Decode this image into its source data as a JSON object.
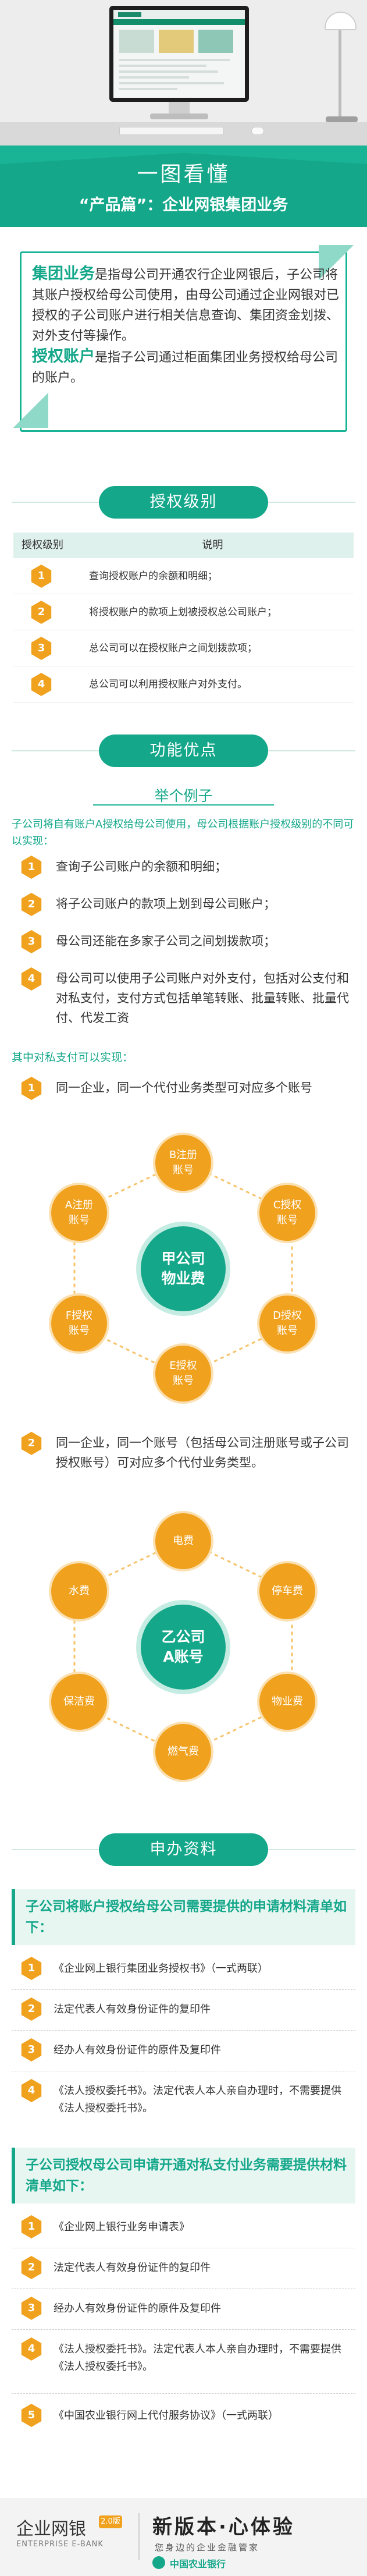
{
  "hero": {
    "title": "一图看懂",
    "subtitle": "“产品篇”：企业网银集团业务"
  },
  "intro": {
    "term1": "集团业务",
    "text1": "是指母公司开通农行企业网银后，子公司将其账户授权给母公司使用，由母公司通过企业网银对已授权的子公司账户进行相关信息查询、集团资金划拨、对外支付等操作。",
    "term2": "授权账户",
    "text2": "是指子公司通过柜面集团业务授权给母公司的账户。"
  },
  "auth": {
    "section_title": "授权级别",
    "col_level": "授权级别",
    "col_desc": "说明",
    "rows": [
      {
        "level": "1",
        "desc": "查询授权账户的余额和明细；"
      },
      {
        "level": "2",
        "desc": "将授权账户的款项上划被授权总公司账户；"
      },
      {
        "level": "3",
        "desc": "总公司可以在授权账户之间划拨款项；"
      },
      {
        "level": "4",
        "desc": "总公司可以利用授权账户对外支付。"
      }
    ]
  },
  "features": {
    "section_title": "功能优点",
    "example_title": "举个例子",
    "example_intro": "子公司将自有账户A授权给母公司使用，母公司根据账户授权级别的不同可以实现：",
    "items": [
      {
        "num": "1",
        "text": "查询子公司账户的余额和明细；"
      },
      {
        "num": "2",
        "text": "将子公司账户的款项上划到母公司账户；"
      },
      {
        "num": "3",
        "text": "母公司还能在多家子公司之间划拨款项；"
      },
      {
        "num": "4",
        "text": "母公司可以使用子公司账户对外支付，包括对公支付和对私支付，支付方式包括单笔转账、批量转账、批量代付、代发工资"
      }
    ],
    "private_label": "其中对私支付可以实现：",
    "private_items": [
      {
        "num": "1",
        "text": "同一企业，同一个代付业务类型可对应多个账号"
      },
      {
        "num": "2",
        "text": "同一企业，同一个账号（包括母公司注册账号或子公司授权账号）可对应多个代付业务类型。"
      }
    ],
    "diagram1": {
      "center": "甲公司\n物业费",
      "nodes": [
        "B注册\n账号",
        "C授权\n账号",
        "D授权\n账号",
        "E授权\n账号",
        "F授权\n账号",
        "A注册\n账号"
      ]
    },
    "diagram2": {
      "center": "乙公司\nA账号",
      "nodes": [
        "电费",
        "停车费",
        "物业费",
        "燃气费",
        "保洁费",
        "水费"
      ]
    }
  },
  "apply": {
    "section_title": "申办资料",
    "group1_title": "子公司将账户授权给母公司需要提供的申请材料清单如下：",
    "group1": [
      {
        "num": "1",
        "text": "《企业网上银行集团业务授权书》（一式两联）"
      },
      {
        "num": "2",
        "text": "法定代表人有效身份证件的复印件"
      },
      {
        "num": "3",
        "text": "经办人有效身份证件的原件及复印件"
      },
      {
        "num": "4",
        "text": "《法人授权委托书》。法定代表人本人亲自办理时，不需要提供《法人授权委托书》。"
      }
    ],
    "group2_title": "子公司授权母公司申请开通对私支付业务需要提供材料清单如下：",
    "group2": [
      {
        "num": "1",
        "text": "《企业网上银行业务申请表》"
      },
      {
        "num": "2",
        "text": "法定代表人有效身份证件的复印件"
      },
      {
        "num": "3",
        "text": "经办人有效身份证件的原件及复印件"
      },
      {
        "num": "4",
        "text": "《法人授权委托书》。法定代表人本人亲自办理时，不需要提供《法人授权委托书》。"
      },
      {
        "num": "5",
        "text": "《中国农业银行网上代付服务协议》（一式两联）"
      }
    ]
  },
  "footer": {
    "brand": "企业网银",
    "badge": "2.0版",
    "brand_en": "ENTERPRISE E-BANK",
    "slogan": "新版本·心体验",
    "slogan2": "您身边的企业金融管家",
    "bank": "中国农业银行"
  },
  "colors": {
    "accent": "#14a78a",
    "badge": "#f0a11e"
  }
}
